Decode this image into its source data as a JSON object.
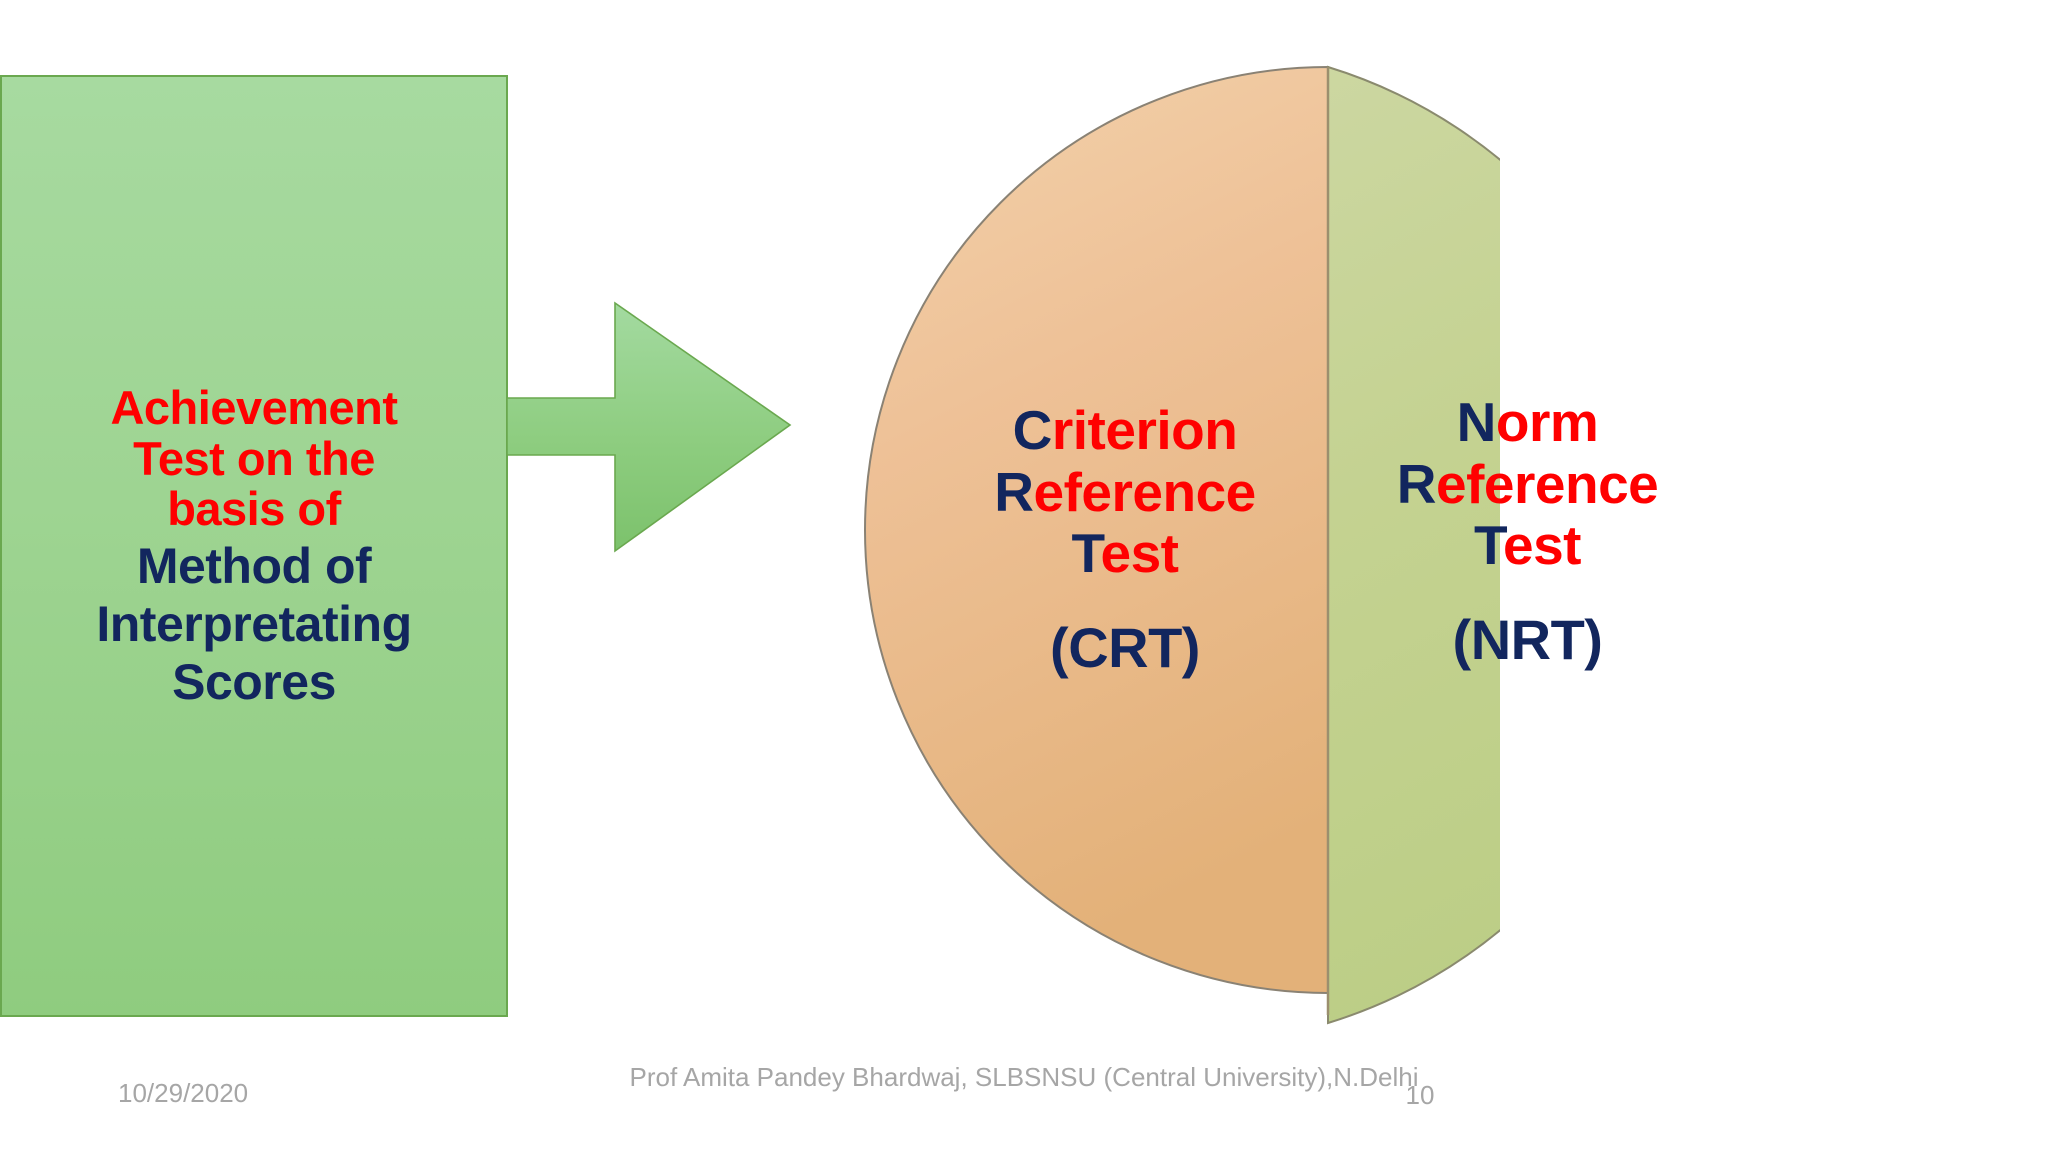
{
  "slide": {
    "background_color": "#ffffff",
    "page_number": "10",
    "date": "10/29/2020",
    "attribution_line1": "Prof Amita Pandey Bhardwaj, SLBSNSU (Central",
    "attribution_line2": "University),N.Delhi"
  },
  "colors": {
    "panel_green": "#9ed492",
    "panel_border": "#6aa84f",
    "arrow_green": "#8ccd7e",
    "circle_left_orange": "#eebd8e",
    "circle_right_green": "#c6d498",
    "circle_outline": "#7f7f6a",
    "text_red": "#ff0000",
    "text_navy": "#12265e",
    "footer_gray": "#a6a6a6"
  },
  "left_panel": {
    "red_lines": [
      "Achievement",
      "Test on the",
      "basis of"
    ],
    "blue_lines": [
      "Method of",
      "Interpretating",
      "Scores"
    ]
  },
  "circle": {
    "left_half": {
      "name": "criterion-reference-test",
      "lines": [
        {
          "initial": "C",
          "rest": "riterion"
        },
        {
          "initial": "R",
          "rest": "eference"
        },
        {
          "initial": "T",
          "rest": "est"
        }
      ],
      "abbreviation": "(CRT)"
    },
    "right_half": {
      "name": "norm-reference-test",
      "lines": [
        {
          "initial": "N",
          "rest": "orm"
        },
        {
          "initial": "R",
          "rest": "eference"
        },
        {
          "initial": "T",
          "rest": "est"
        }
      ],
      "abbreviation": "(NRT)"
    }
  }
}
